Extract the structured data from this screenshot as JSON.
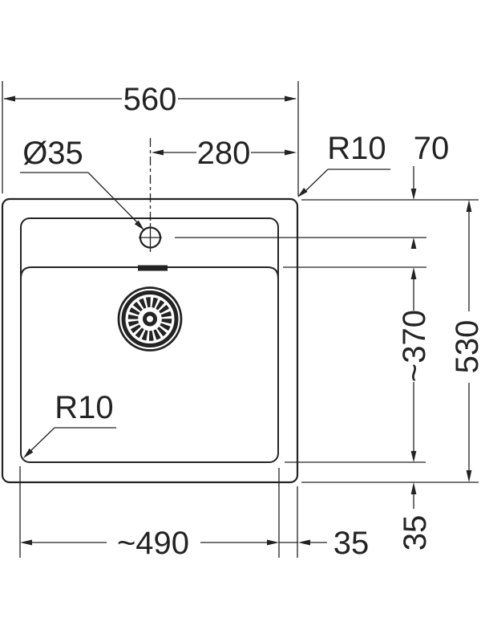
{
  "drawing": {
    "type": "sink-top-view-technical-drawing",
    "colors": {
      "line": "#232323",
      "background": "#ffffff"
    },
    "labels": {
      "overall_width": "560",
      "center_to_right_edge": "280",
      "faucet_hole_diameter": "Ø35",
      "outer_corner_radius": "R10",
      "faucet_hole_from_top_edge": "70",
      "overall_depth": "530",
      "bowl_depth": "~370",
      "bowl_width": "~490",
      "bowl_to_right_edge": "35",
      "bowl_to_bottom_edge": "35",
      "bowl_corner_radius": "R10"
    }
  }
}
